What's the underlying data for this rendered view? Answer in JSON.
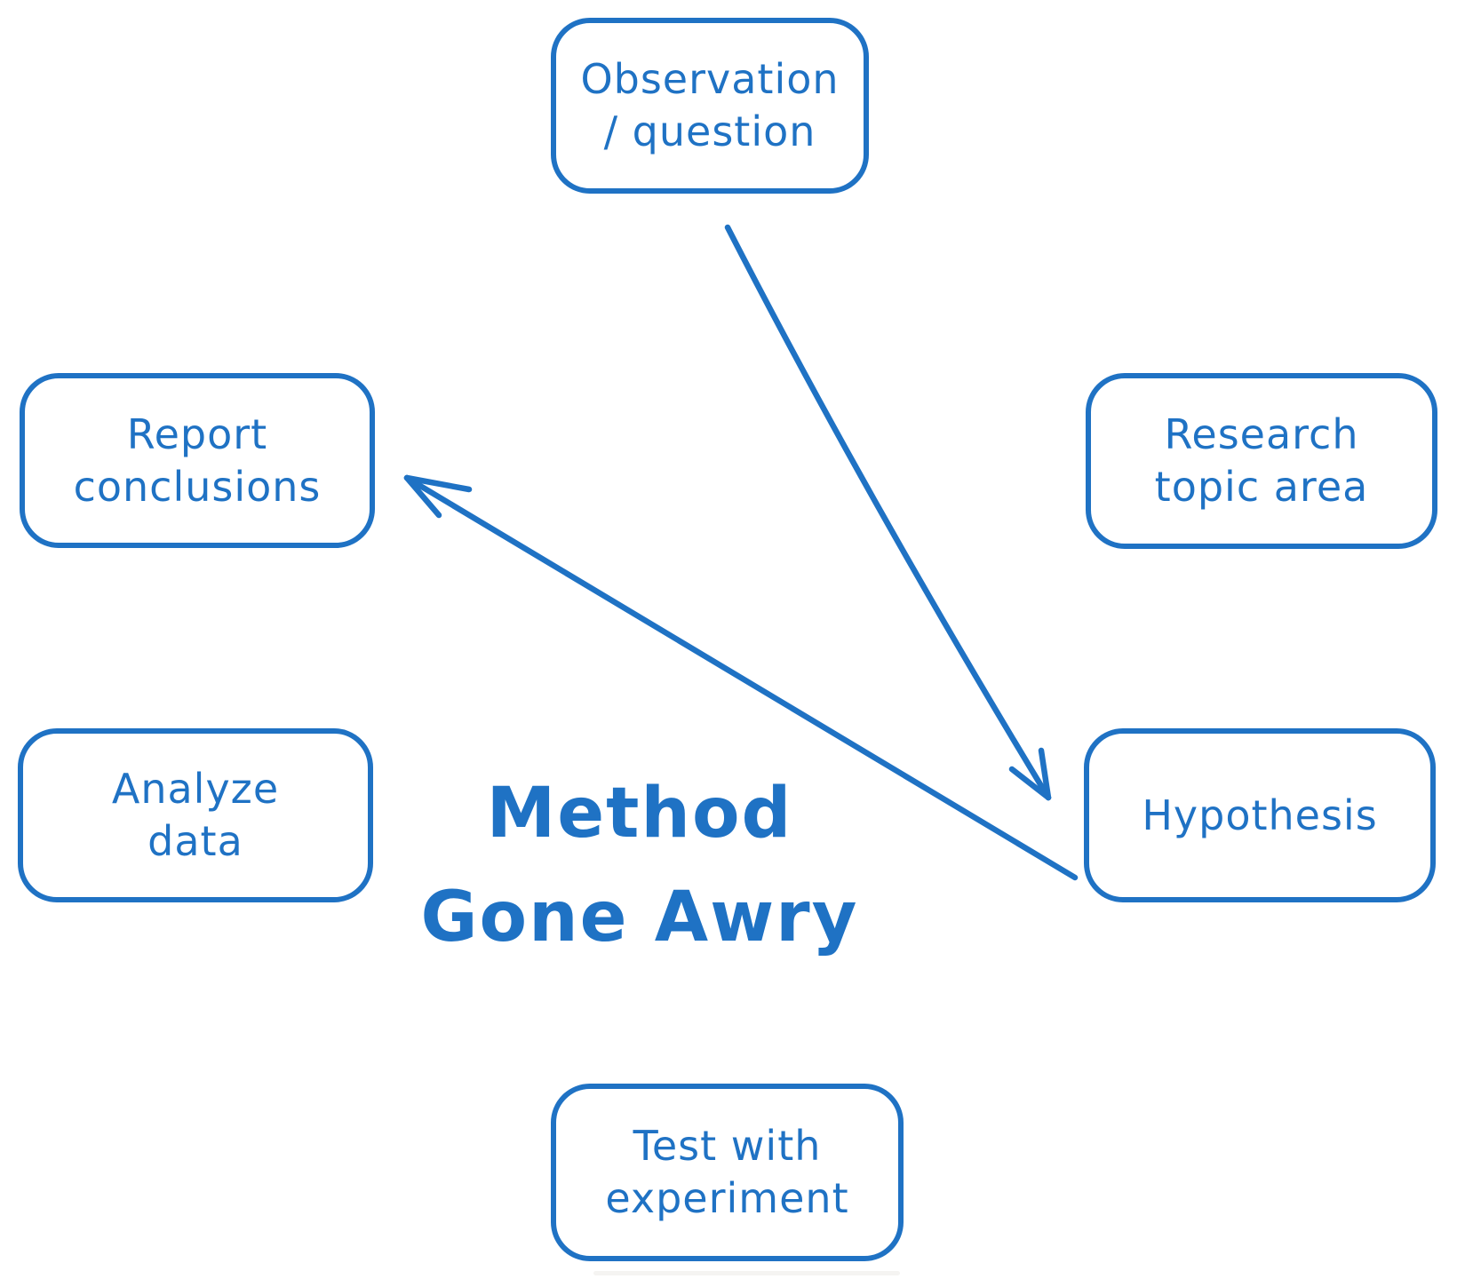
{
  "canvas": {
    "background": "#ffffff"
  },
  "colors": {
    "accent": "#1f72c4"
  },
  "title": {
    "text": "Method\nGone Awry"
  },
  "nodes": [
    {
      "id": "observation",
      "label": "Observation\n/ question"
    },
    {
      "id": "research",
      "label": "Research\ntopic area"
    },
    {
      "id": "report",
      "label": "Report\nconclusions"
    },
    {
      "id": "analyze",
      "label": "Analyze\ndata"
    },
    {
      "id": "hypothesis",
      "label": "Hypothesis"
    },
    {
      "id": "test",
      "label": "Test with\nexperiment"
    }
  ],
  "arrows": [
    {
      "id": "observation-to-hypothesis",
      "from": "Observation / question",
      "to": "Hypothesis"
    },
    {
      "id": "hypothesis-to-report",
      "from": "Hypothesis",
      "to": "Report conclusions"
    }
  ]
}
